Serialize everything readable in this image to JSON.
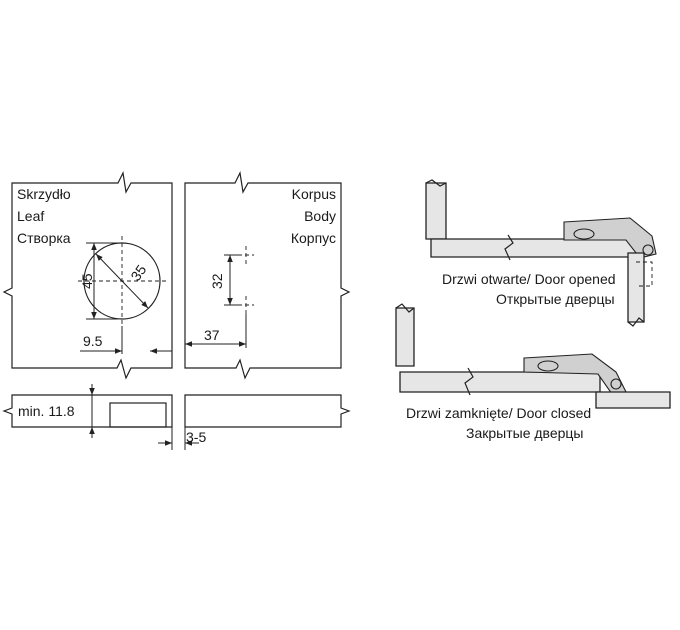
{
  "leaf": {
    "line1": "Skrzydło",
    "line2": "Leaf",
    "line3": "Створка"
  },
  "body": {
    "line1": "Korpus",
    "line2": "Body",
    "line3": "Корпус"
  },
  "dims": {
    "diameter": "35",
    "height45": "45",
    "offset9_5": "9.5",
    "spacing32": "32",
    "offset37": "37",
    "min_thickness": "min. 11.8",
    "gap": "3-5"
  },
  "views": {
    "opened_line1": "Drzwi otwarte/ Door opened",
    "opened_line2": "Открытые дверцы",
    "closed_line1": "Drzwi zamknięte/ Door closed",
    "closed_line2": "Закрытые  дверцы"
  }
}
